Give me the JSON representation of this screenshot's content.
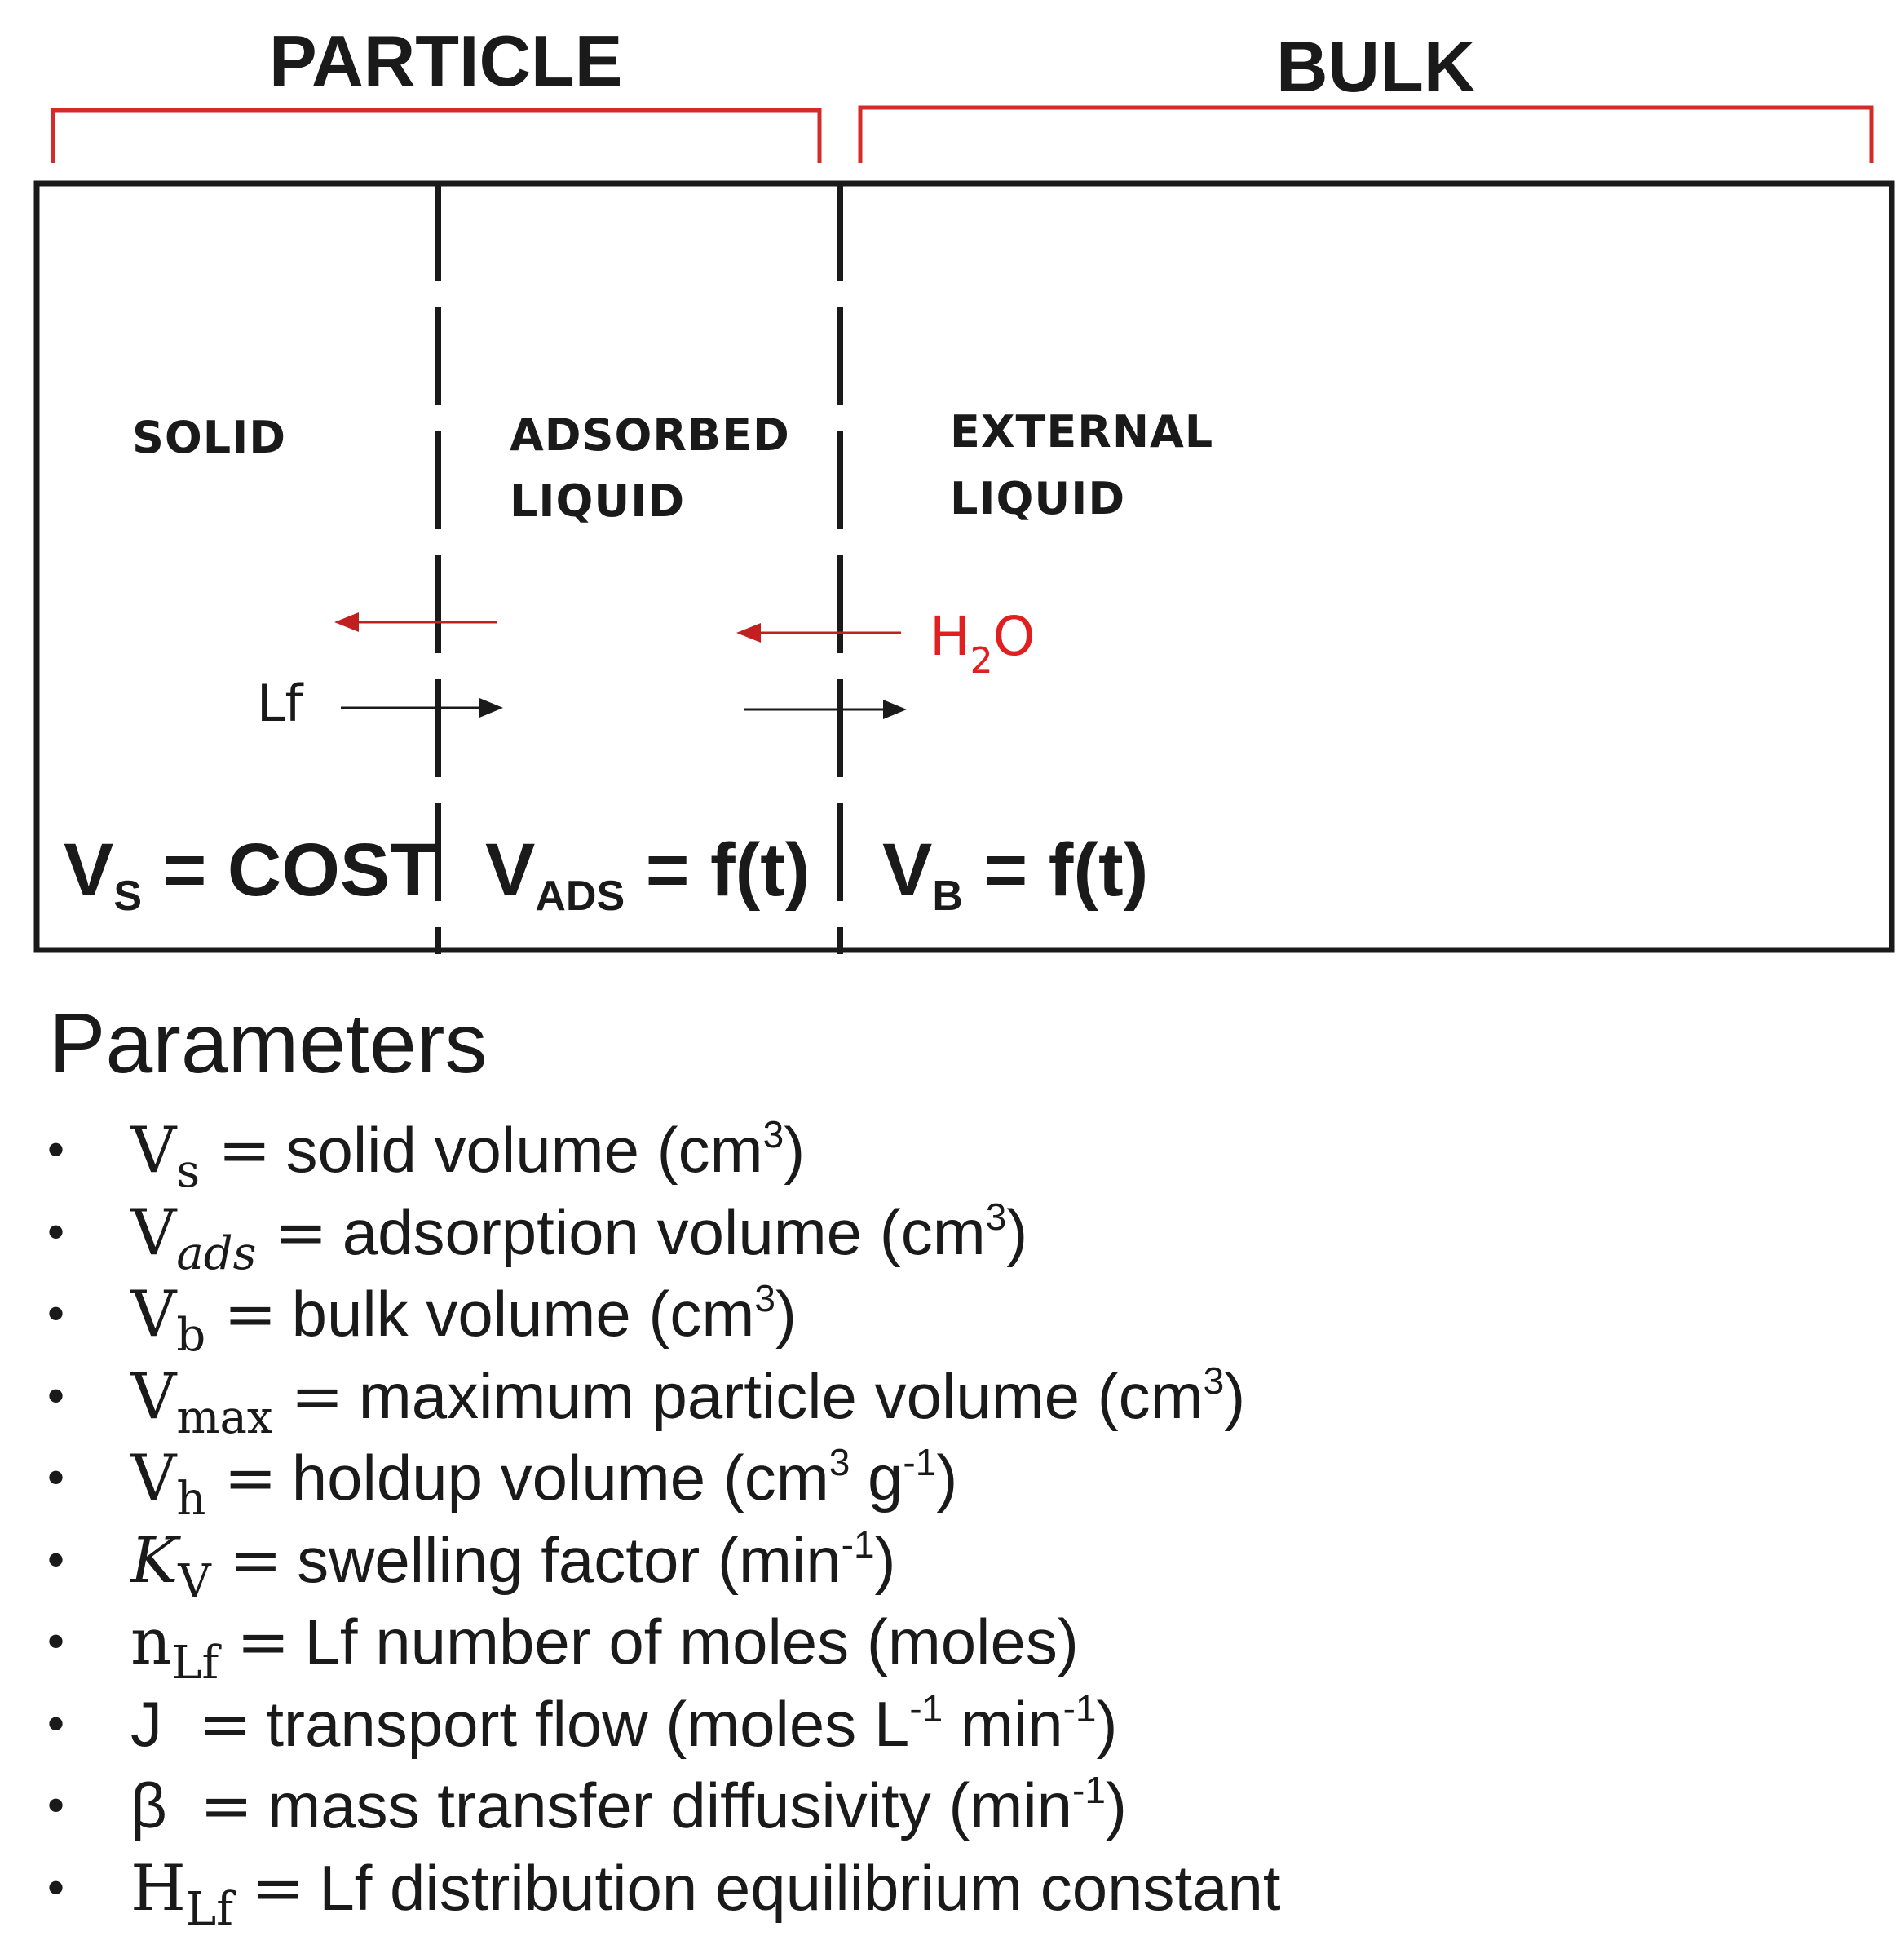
{
  "header": {
    "particle": "PARTICLE",
    "bulk": "BULK"
  },
  "regions": {
    "solid": "SOLID",
    "adsorbed_line1": "ADSORBED",
    "adsorbed_line2": "LIQUID",
    "external_line1": "EXTERNAL",
    "external_line2": "LIQUID"
  },
  "flows": {
    "lf_label": "Lf",
    "h2o_main": "H",
    "h2o_sub": "2",
    "h2o_tail": "O"
  },
  "volumes": {
    "solid": {
      "main": "V",
      "sub": "S",
      "rest": " = COST"
    },
    "adsorbed": {
      "main": "V",
      "sub": "ADS",
      "rest": " = f(t)"
    },
    "bulk": {
      "main": "V",
      "sub": "B",
      "rest": " = f(t)"
    }
  },
  "parameters_title": "Parameters",
  "parameters": [
    {
      "sym": "V",
      "sub": "s",
      "sub_italic": false,
      "desc": "solid volume (cm",
      "sup": "3",
      "tail": ")"
    },
    {
      "sym": "V",
      "sub": "ads",
      "sub_italic": true,
      "desc": "adsorption volume (cm",
      "sup": "3",
      "tail": ")"
    },
    {
      "sym": "V",
      "sub": "b",
      "sub_italic": false,
      "desc": "bulk volume (cm",
      "sup": "3",
      "tail": ")"
    },
    {
      "sym": "V",
      "sub": "max",
      "sub_italic": false,
      "desc": "maximum particle volume (cm",
      "sup": "3",
      "tail": ")"
    },
    {
      "sym": "V",
      "sub": "h",
      "sub_italic": false,
      "desc": "holdup volume (cm",
      "sup": "3",
      "tail": " g",
      "sup2": "-1",
      "tail2": ")"
    },
    {
      "sym": "K",
      "sym_italic": true,
      "sub": "V",
      "sub_italic": false,
      "desc": "swelling factor (min",
      "sup": "-1",
      "tail": ")"
    },
    {
      "sym": "n",
      "sub": "Lf",
      "sub_italic": false,
      "desc": "Lf number of moles (moles)"
    },
    {
      "sym": "J",
      "sub": "",
      "desc": "transport flow (moles L",
      "sup": "-1",
      "tail": " min",
      "sup2": "-1",
      "tail2": ")"
    },
    {
      "sym": "β",
      "sub": "",
      "desc": "mass transfer diffusivity (min",
      "sup": "-1",
      "tail": ")"
    },
    {
      "sym": "H",
      "sub": "Lf",
      "sub_italic": false,
      "desc": "Lf distribution equilibrium constant"
    }
  ],
  "colors": {
    "bracket": "#d42a2a",
    "h2o": "#e02020",
    "line": "#1a1a1a"
  }
}
